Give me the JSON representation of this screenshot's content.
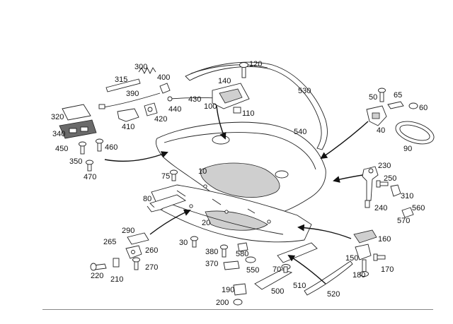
{
  "diagram": {
    "callouts": [
      {
        "id": "c300",
        "text": "300"
      },
      {
        "id": "c315",
        "text": "315"
      },
      {
        "id": "c400",
        "text": "400"
      },
      {
        "id": "c390",
        "text": "390"
      },
      {
        "id": "c430",
        "text": "430"
      },
      {
        "id": "c440",
        "text": "440"
      },
      {
        "id": "c410",
        "text": "410"
      },
      {
        "id": "c420",
        "text": "420"
      },
      {
        "id": "c320",
        "text": "320"
      },
      {
        "id": "c340",
        "text": "340"
      },
      {
        "id": "c450",
        "text": "450"
      },
      {
        "id": "c460",
        "text": "460"
      },
      {
        "id": "c350",
        "text": "350"
      },
      {
        "id": "c470",
        "text": "470"
      },
      {
        "id": "c120",
        "text": "120"
      },
      {
        "id": "c140",
        "text": "140"
      },
      {
        "id": "c100",
        "text": "100"
      },
      {
        "id": "c110",
        "text": "110"
      },
      {
        "id": "c530",
        "text": "530"
      },
      {
        "id": "c540",
        "text": "540"
      },
      {
        "id": "c50",
        "text": "50"
      },
      {
        "id": "c65",
        "text": "65"
      },
      {
        "id": "c60",
        "text": "60"
      },
      {
        "id": "c40",
        "text": "40"
      },
      {
        "id": "c90",
        "text": "90"
      },
      {
        "id": "c10",
        "text": "10"
      },
      {
        "id": "c75",
        "text": "75"
      },
      {
        "id": "c230",
        "text": "230"
      },
      {
        "id": "c250",
        "text": "250"
      },
      {
        "id": "c310",
        "text": "310"
      },
      {
        "id": "c240",
        "text": "240"
      },
      {
        "id": "c560",
        "text": "560"
      },
      {
        "id": "c570",
        "text": "570"
      },
      {
        "id": "c80",
        "text": "80"
      },
      {
        "id": "c20",
        "text": "20"
      },
      {
        "id": "c290",
        "text": "290"
      },
      {
        "id": "c265",
        "text": "265"
      },
      {
        "id": "c260",
        "text": "260"
      },
      {
        "id": "c30",
        "text": "30"
      },
      {
        "id": "c380",
        "text": "380"
      },
      {
        "id": "c580",
        "text": "580"
      },
      {
        "id": "c370",
        "text": "370"
      },
      {
        "id": "c550",
        "text": "550"
      },
      {
        "id": "c270",
        "text": "270"
      },
      {
        "id": "c220",
        "text": "220"
      },
      {
        "id": "c210",
        "text": "210"
      },
      {
        "id": "c160",
        "text": "160"
      },
      {
        "id": "c150",
        "text": "150"
      },
      {
        "id": "c170",
        "text": "170"
      },
      {
        "id": "c180",
        "text": "180"
      },
      {
        "id": "c70",
        "text": "70"
      },
      {
        "id": "c500",
        "text": "500"
      },
      {
        "id": "c510",
        "text": "510"
      },
      {
        "id": "c520",
        "text": "520"
      },
      {
        "id": "c190",
        "text": "190"
      },
      {
        "id": "c200",
        "text": "200"
      }
    ]
  }
}
